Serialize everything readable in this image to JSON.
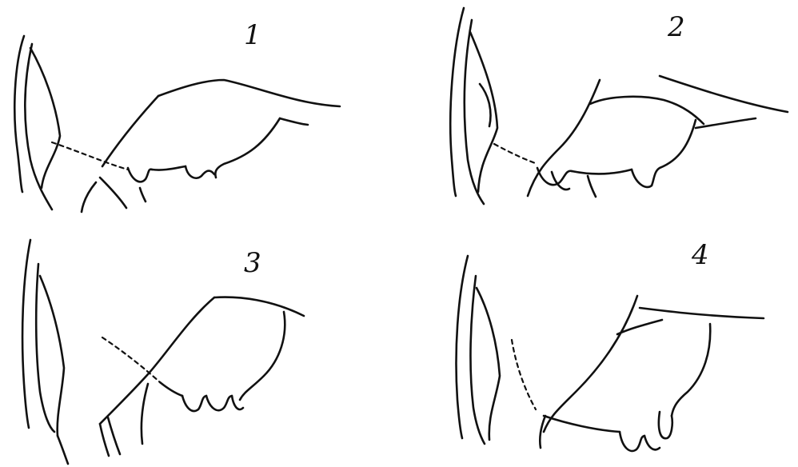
{
  "panels": [
    {
      "label": "1",
      "diagram": "udder-profile"
    },
    {
      "label": "2",
      "diagram": "udder-profile"
    },
    {
      "label": "3",
      "diagram": "udder-profile"
    },
    {
      "label": "4",
      "diagram": "udder-profile"
    }
  ],
  "colors": {
    "ink": "#111111",
    "paper": "#ffffff"
  }
}
